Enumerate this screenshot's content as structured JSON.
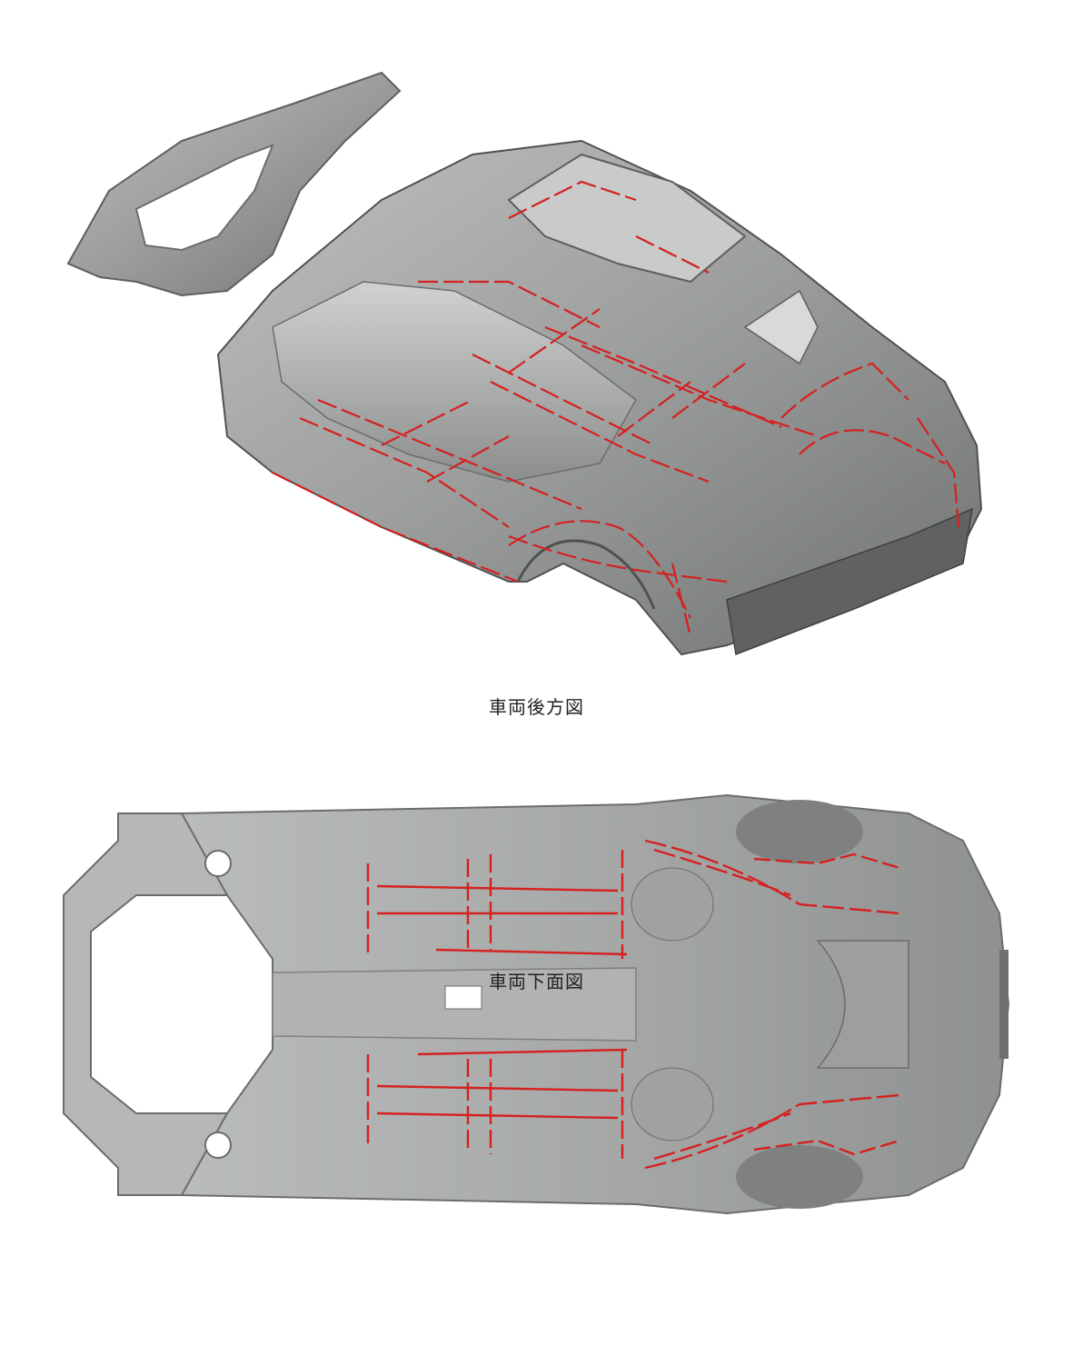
{
  "figures": [
    {
      "id": "rear",
      "caption": "車両後方図",
      "body_color": "#9a9d9c",
      "weld_color": "#d62020"
    },
    {
      "id": "under",
      "caption": "車両下面図",
      "body_color": "#a3a6a5",
      "weld_color": "#d62020"
    }
  ]
}
